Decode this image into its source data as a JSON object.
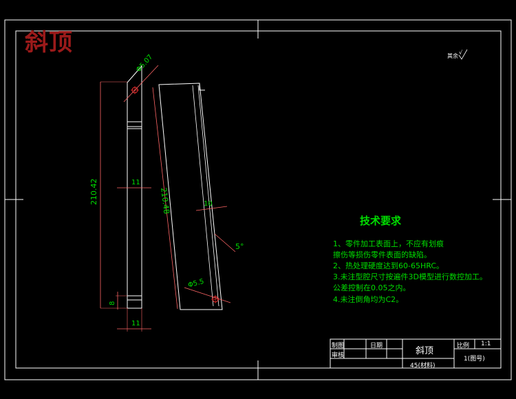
{
  "stamp_title": "斜顶",
  "roughness_note": "其余",
  "roughness_symbol": "√",
  "dimensions": {
    "front_hole_diameter": "Φ5.07",
    "front_length": "210.42",
    "front_width": "11",
    "front_step": "8",
    "front_bottom_width": "11",
    "side_length": "210.48",
    "side_width": "10",
    "side_angle": "5°",
    "side_hole_diameter": "Φ5.5"
  },
  "requirements": {
    "title": "技术要求",
    "lines": [
      "1、零件加工表面上，不应有划痕",
      "擦伤等损伤零件表面的缺陷。",
      "2、热处理硬度达到60-65HRC。",
      "3.未注型腔尺寸按遍件3D模型进行数控加工。",
      "公差控制在0.05之内。",
      "4.未注倒角均为C2。"
    ]
  },
  "title_block": {
    "label_drawn": "制图",
    "label_check": "审核",
    "label_date": "日期",
    "part_name": "斜顶",
    "material": "45(材料)",
    "label_scale": "比例",
    "scale_value": "1:1",
    "quantity": "1(图号)"
  }
}
